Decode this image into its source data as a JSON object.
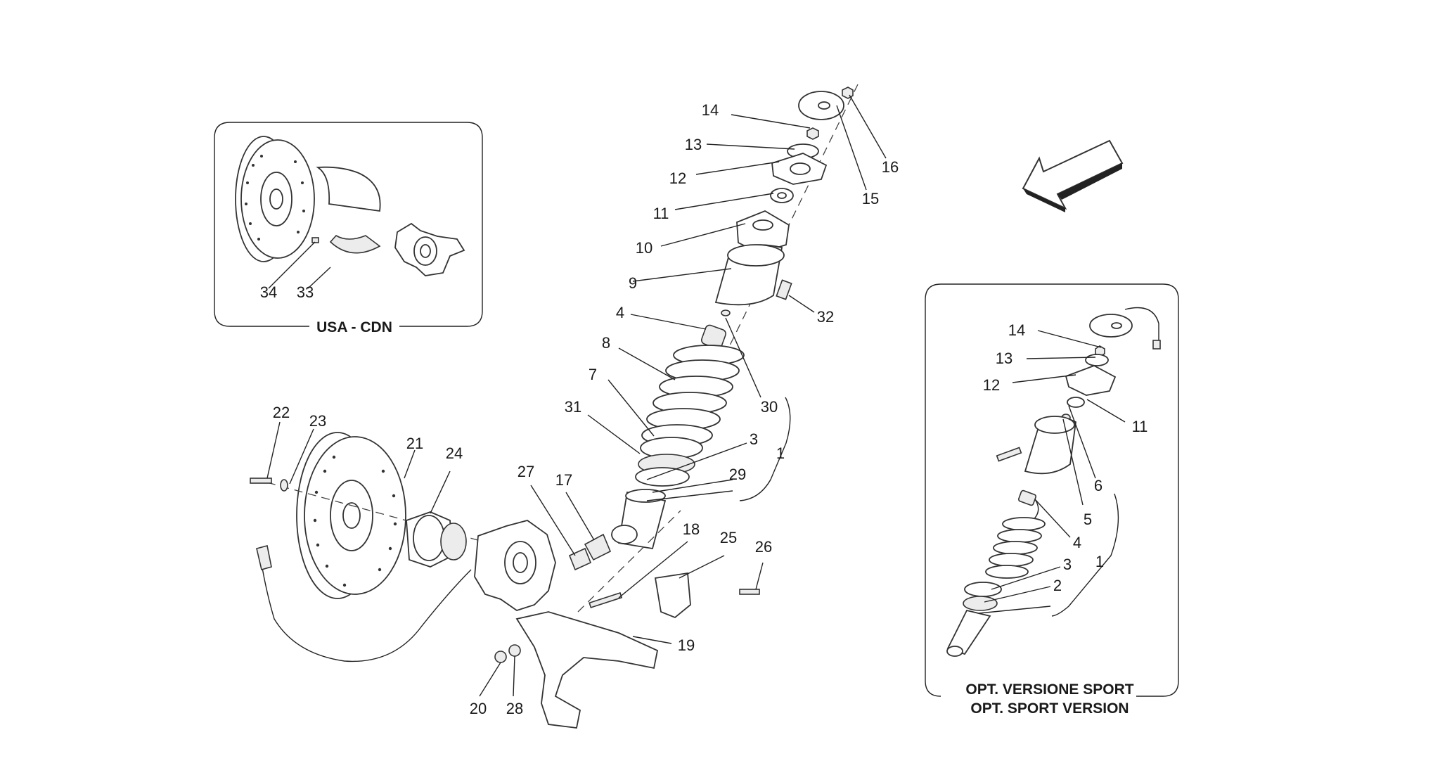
{
  "insets": {
    "usa_cdn": "USA - CDN",
    "sport_line1": "OPT. VERSIONE SPORT",
    "sport_line2": "OPT. SPORT VERSION"
  },
  "callouts": {
    "main": [
      "14",
      "13",
      "12",
      "11",
      "10",
      "9",
      "32",
      "4",
      "8",
      "7",
      "31",
      "30",
      "3",
      "1",
      "29",
      "16",
      "15",
      "22",
      "23",
      "21",
      "24",
      "27",
      "17",
      "18",
      "25",
      "26",
      "19",
      "20",
      "28"
    ],
    "usa": [
      "34",
      "33"
    ],
    "sport": [
      "14",
      "13",
      "12",
      "11",
      "6",
      "5",
      "4",
      "3",
      "2",
      "1"
    ]
  },
  "icons": {
    "direction": "direction-arrow-icon"
  }
}
